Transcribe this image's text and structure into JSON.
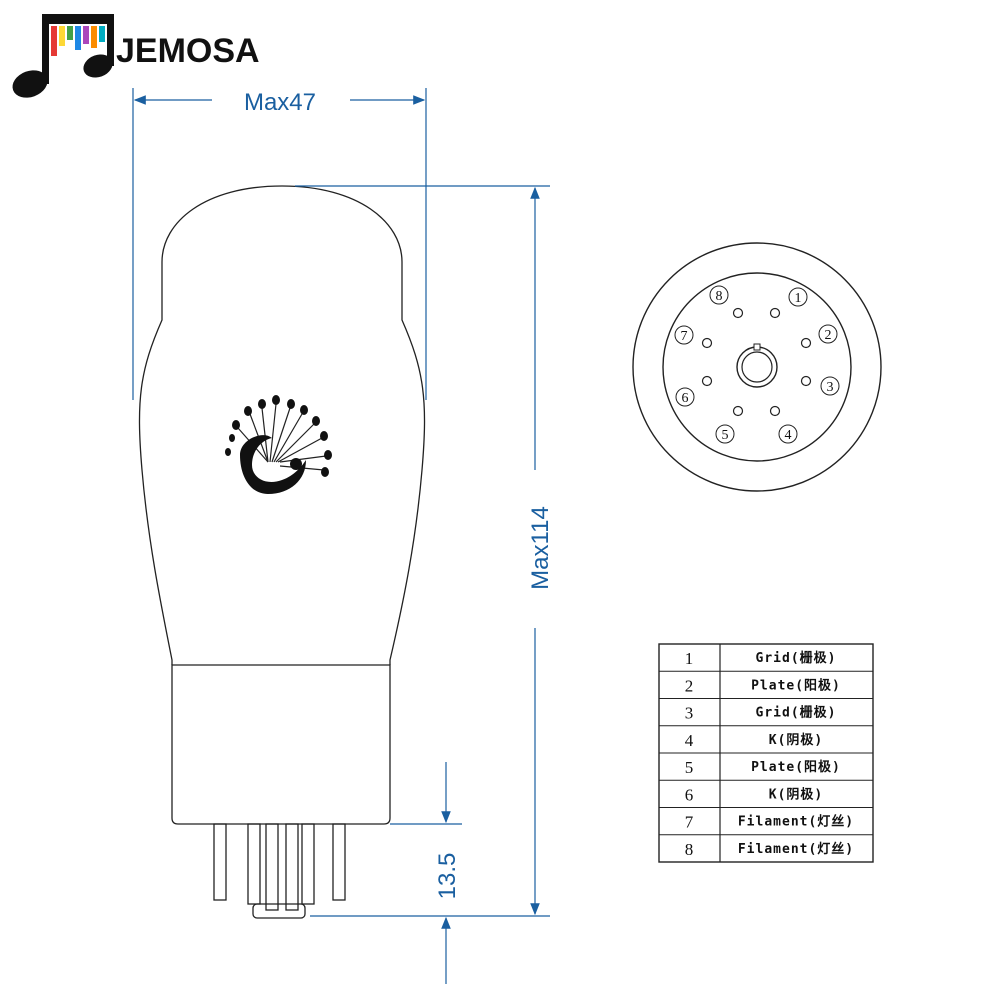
{
  "brand": {
    "name": "JEMOSA",
    "logo_colors": [
      "#e53935",
      "#fdd835",
      "#43a047",
      "#1e88e5",
      "#ab47bc",
      "#fb8c00",
      "#00acc1"
    ]
  },
  "dimensions": {
    "width_label": "Max47",
    "height_label": "Max114",
    "pin_length_label": "13.5"
  },
  "base_pins": [
    "1",
    "2",
    "3",
    "4",
    "5",
    "6",
    "7",
    "8"
  ],
  "pin_table": [
    {
      "num": "1",
      "label": "Grid(栅极)"
    },
    {
      "num": "2",
      "label": "Plate(阳极)"
    },
    {
      "num": "3",
      "label": "Grid(栅极)"
    },
    {
      "num": "4",
      "label": "K(阴极)"
    },
    {
      "num": "5",
      "label": "Plate(阳极)"
    },
    {
      "num": "6",
      "label": "K(阴极)"
    },
    {
      "num": "7",
      "label": "Filament(灯丝)"
    },
    {
      "num": "8",
      "label": "Filament(灯丝)"
    }
  ],
  "colors": {
    "dimension": "#1a5fa0",
    "outline": "#222222"
  }
}
